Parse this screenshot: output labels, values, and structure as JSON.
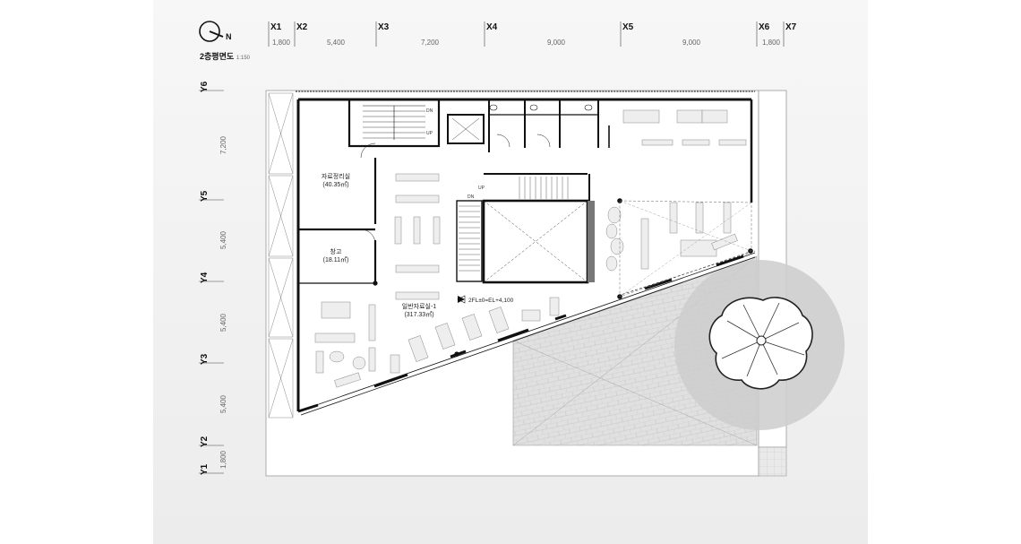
{
  "title": {
    "main": "2층평면도",
    "scale": "1:150",
    "north_mark": "N"
  },
  "x_axes": [
    "X1",
    "X2",
    "X3",
    "X4",
    "X5",
    "X6",
    "X7"
  ],
  "x_spans": [
    "1,800",
    "5,400",
    "7,200",
    "9,000",
    "9,000",
    "1,800"
  ],
  "y_axes": [
    "Y6",
    "Y5",
    "Y4",
    "Y3",
    "Y2",
    "Y1"
  ],
  "y_spans": [
    "7,200",
    "5,400",
    "5,400",
    "5,400",
    "1,800"
  ],
  "rooms": {
    "archive": {
      "name": "자료정리실",
      "area": "(40.35㎡)"
    },
    "storage": {
      "name": "창고",
      "area": "(18.11㎡)"
    },
    "general": {
      "name": "일반자료실-1",
      "area": "(317.33㎡)"
    }
  },
  "level_note": "2FL±0=EL+4,100",
  "stair_marks": {
    "up": "UP",
    "down": "DN"
  },
  "colors": {
    "wall": "#111111",
    "background": "#f1f1f1",
    "floor": "#ffffff",
    "paving": "#e2e2e2",
    "tree_shadow": "#c9c9c9"
  }
}
